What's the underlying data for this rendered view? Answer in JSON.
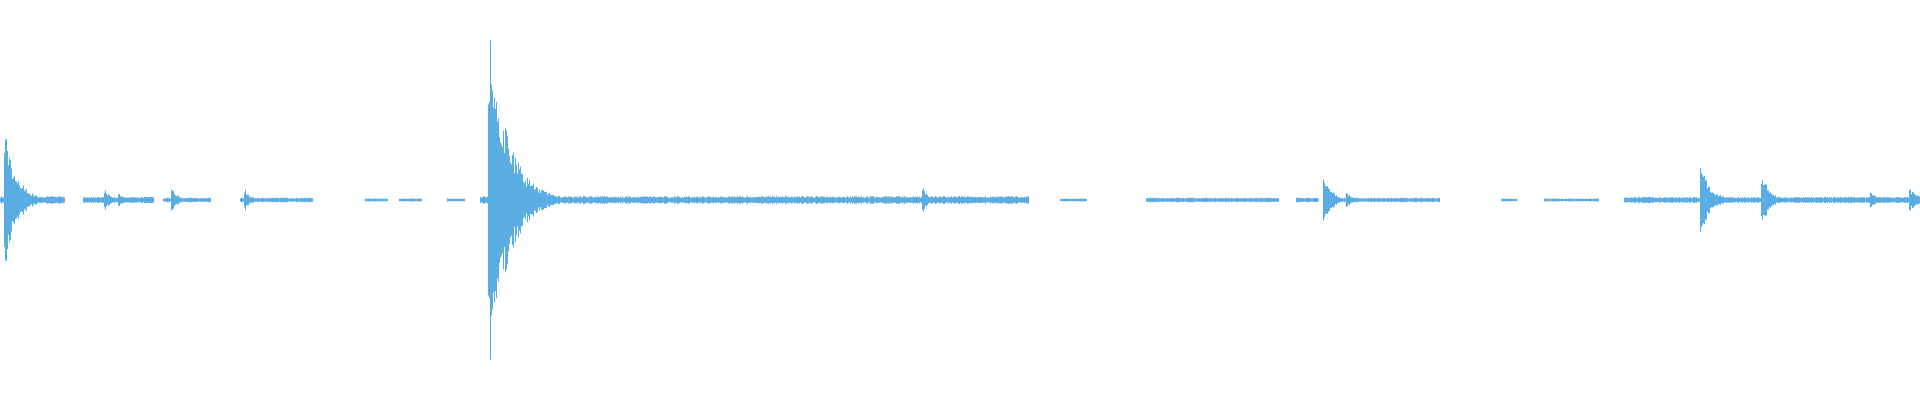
{
  "waveform": {
    "color": "#5aade3",
    "segments": [
      {
        "start": 0.0,
        "end": 0.034,
        "level": 0.01
      },
      {
        "start": 0.043,
        "end": 0.08,
        "level": 0.008
      },
      {
        "start": 0.085,
        "end": 0.11,
        "level": 0.006
      },
      {
        "start": 0.125,
        "end": 0.163,
        "level": 0.006
      },
      {
        "start": 0.19,
        "end": 0.202,
        "level": 0.004
      },
      {
        "start": 0.208,
        "end": 0.22,
        "level": 0.004
      },
      {
        "start": 0.233,
        "end": 0.242,
        "level": 0.004
      },
      {
        "start": 0.25,
        "end": 0.536,
        "level": 0.01
      },
      {
        "start": 0.552,
        "end": 0.566,
        "level": 0.004
      },
      {
        "start": 0.597,
        "end": 0.666,
        "level": 0.006
      },
      {
        "start": 0.675,
        "end": 0.687,
        "level": 0.006
      },
      {
        "start": 0.69,
        "end": 0.75,
        "level": 0.006
      },
      {
        "start": 0.782,
        "end": 0.79,
        "level": 0.004
      },
      {
        "start": 0.804,
        "end": 0.833,
        "level": 0.004
      },
      {
        "start": 0.846,
        "end": 1.0,
        "level": 0.008
      }
    ],
    "bursts": [
      {
        "at": 0.003,
        "peak": 0.17,
        "decay": 0.006
      },
      {
        "at": 0.055,
        "peak": 0.025,
        "decay": 0.004
      },
      {
        "at": 0.062,
        "peak": 0.02,
        "decay": 0.003
      },
      {
        "at": 0.09,
        "peak": 0.03,
        "decay": 0.003
      },
      {
        "at": 0.128,
        "peak": 0.025,
        "decay": 0.003
      },
      {
        "at": 0.255,
        "peak": 0.42,
        "decay": 0.01
      },
      {
        "at": 0.481,
        "peak": 0.03,
        "decay": 0.003
      },
      {
        "at": 0.69,
        "peak": 0.06,
        "decay": 0.004
      },
      {
        "at": 0.702,
        "peak": 0.02,
        "decay": 0.003
      },
      {
        "at": 0.886,
        "peak": 0.09,
        "decay": 0.005
      },
      {
        "at": 0.918,
        "peak": 0.07,
        "decay": 0.004
      },
      {
        "at": 0.975,
        "peak": 0.02,
        "decay": 0.003
      },
      {
        "at": 0.995,
        "peak": 0.03,
        "decay": 0.004
      }
    ]
  }
}
